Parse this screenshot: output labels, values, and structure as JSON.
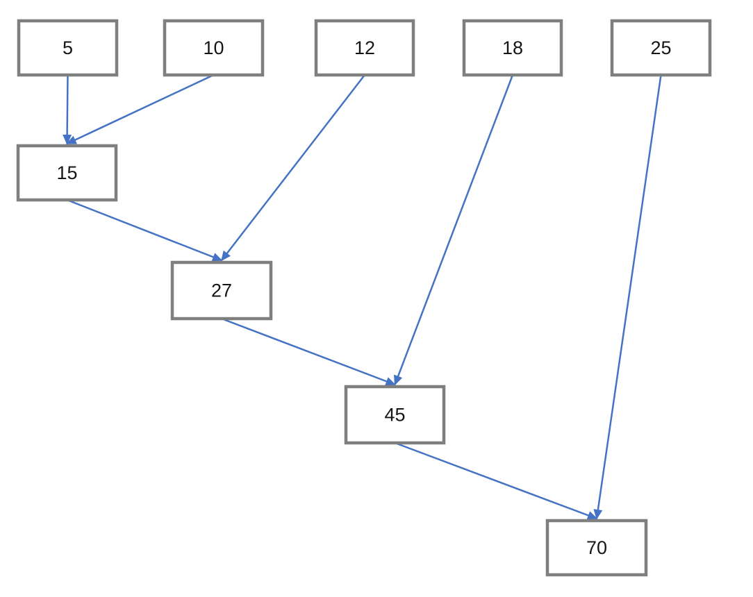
{
  "diagram": {
    "type": "merge-tree",
    "description": "Optimal merge pattern tree: pairs of values merge into sum nodes",
    "colors": {
      "arrow": "#4472C4",
      "box_border": "#7F7F7F",
      "box_fill": "#FFFFFF",
      "label_text": "#151515",
      "background": "#FFFFFF"
    },
    "nodes": [
      {
        "id": "5",
        "label": "5"
      },
      {
        "id": "10",
        "label": "10"
      },
      {
        "id": "12",
        "label": "12"
      },
      {
        "id": "18",
        "label": "18"
      },
      {
        "id": "25",
        "label": "25"
      },
      {
        "id": "15",
        "label": "15"
      },
      {
        "id": "27",
        "label": "27"
      },
      {
        "id": "45",
        "label": "45"
      },
      {
        "id": "70",
        "label": "70"
      }
    ],
    "edges": [
      {
        "from": "5",
        "to": "15"
      },
      {
        "from": "10",
        "to": "15"
      },
      {
        "from": "15",
        "to": "27"
      },
      {
        "from": "12",
        "to": "27"
      },
      {
        "from": "27",
        "to": "45"
      },
      {
        "from": "18",
        "to": "45"
      },
      {
        "from": "45",
        "to": "70"
      },
      {
        "from": "25",
        "to": "70"
      }
    ]
  }
}
